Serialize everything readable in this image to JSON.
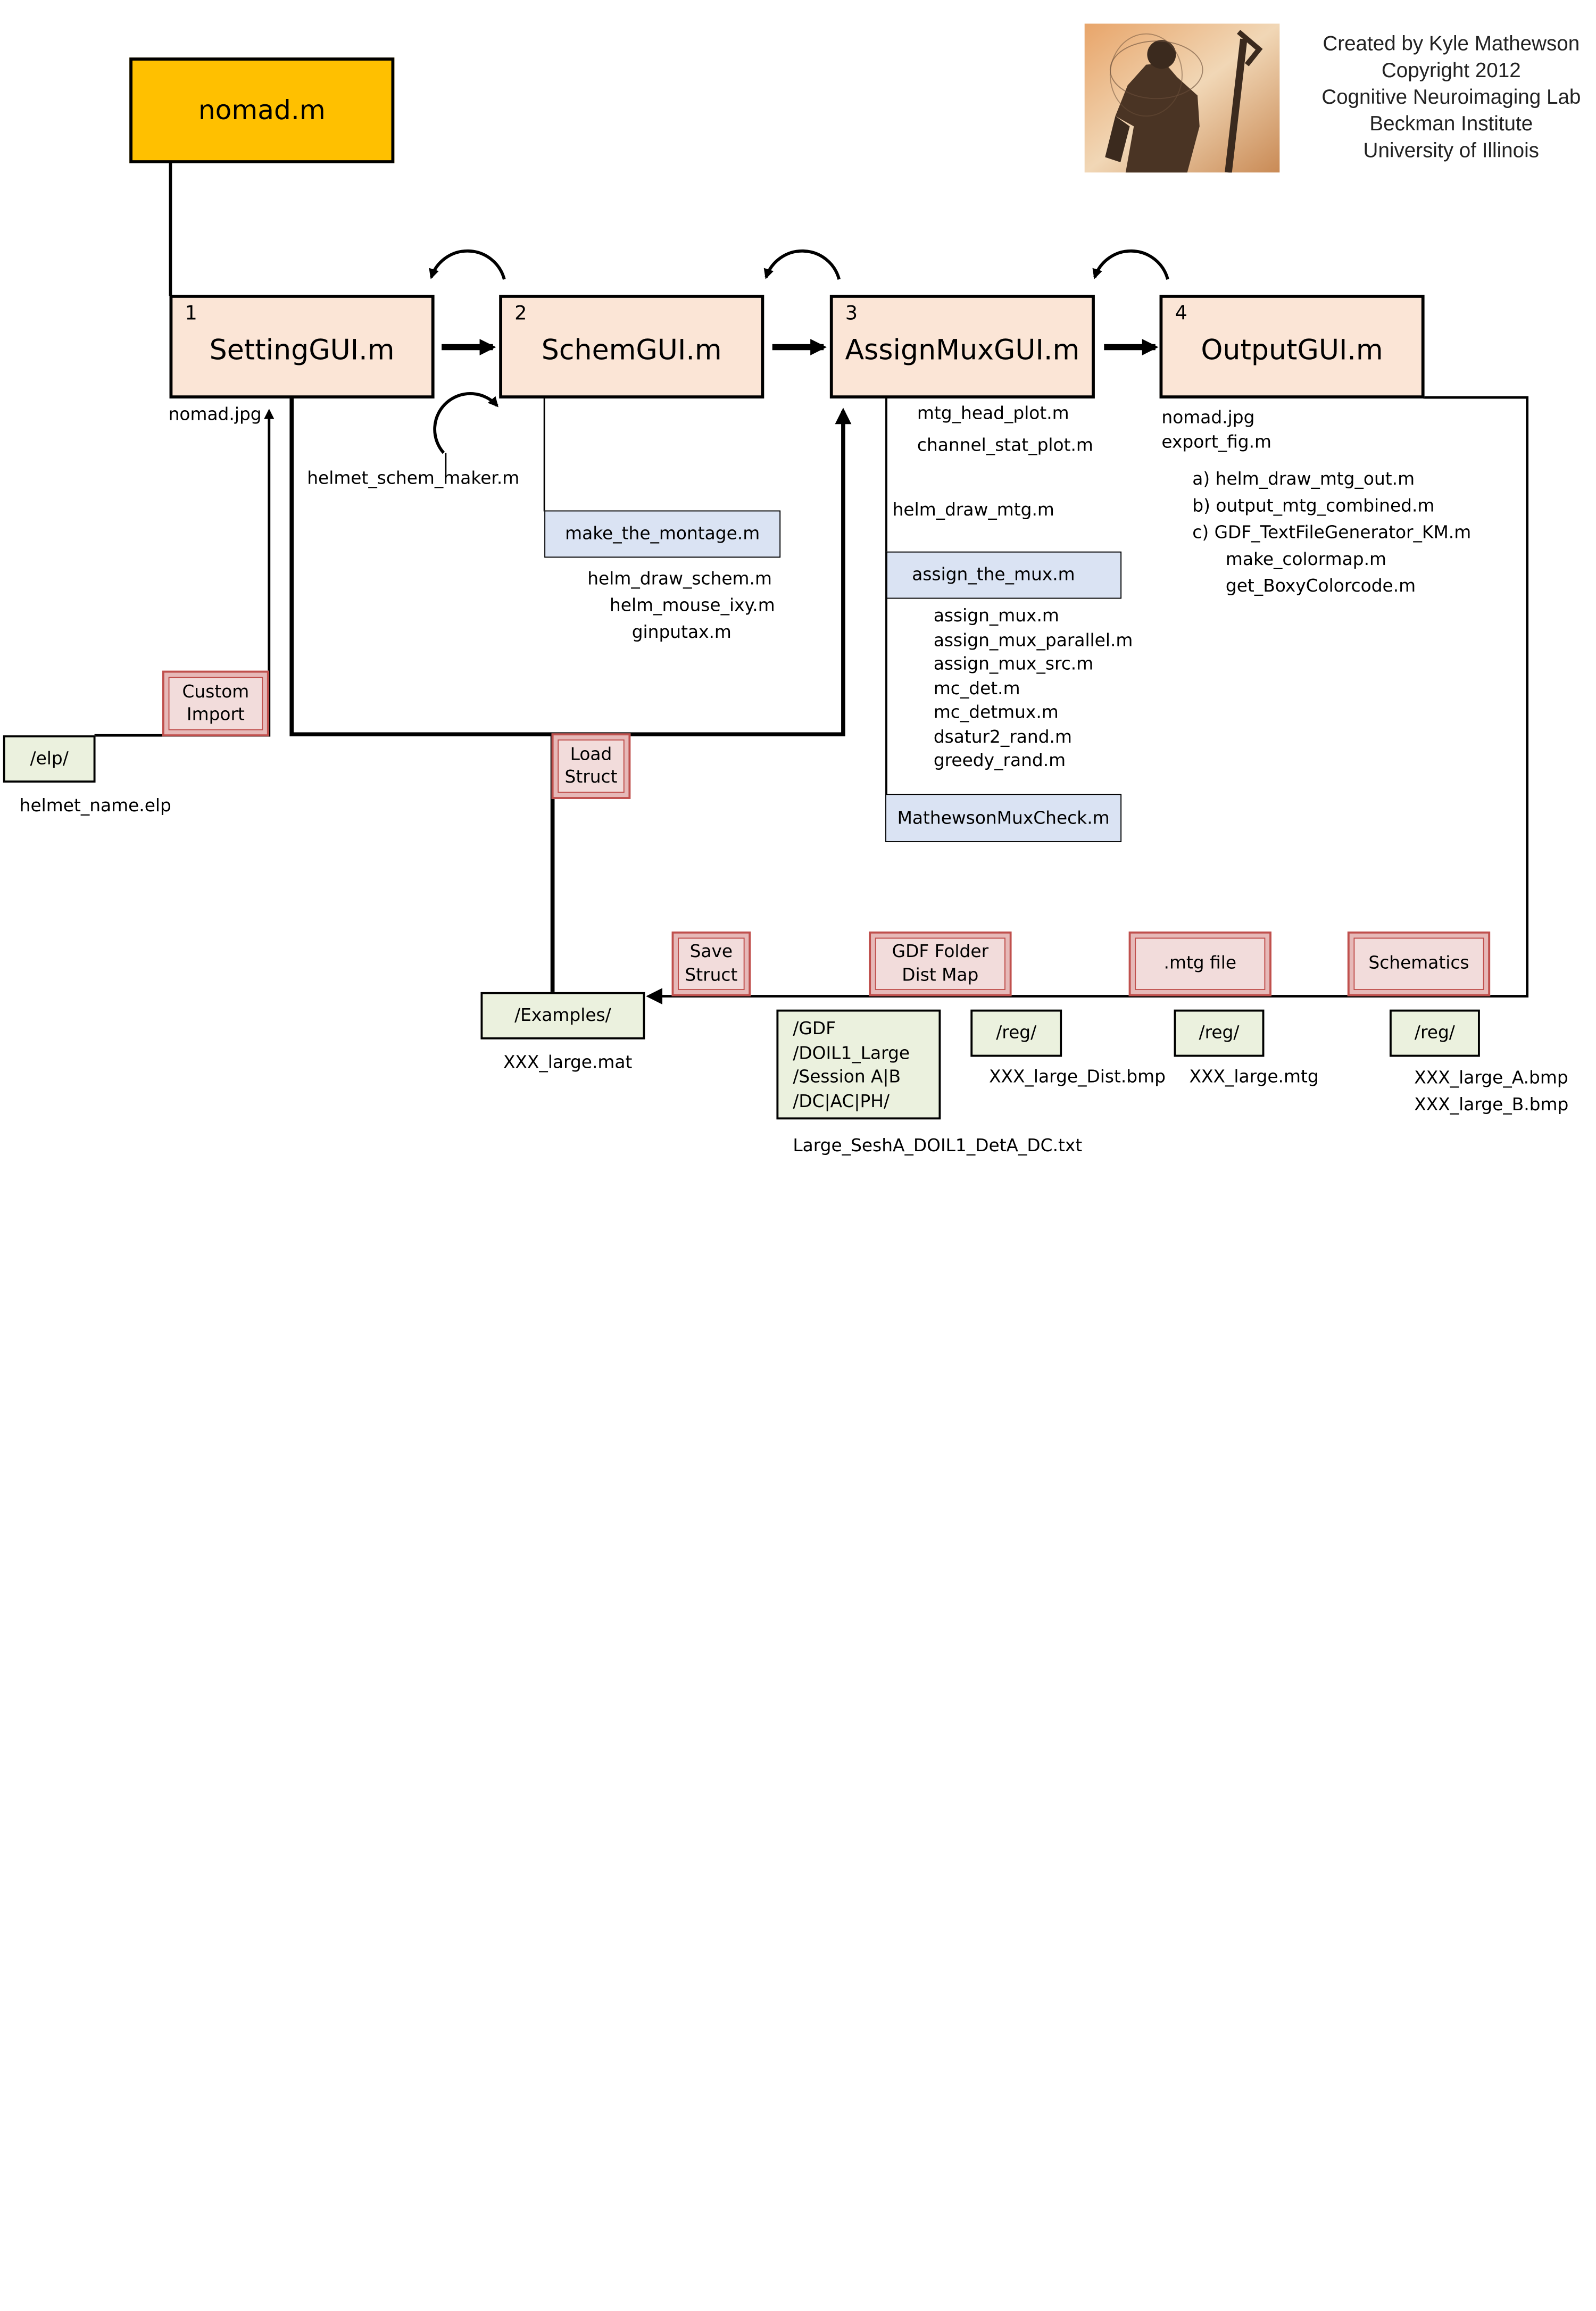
{
  "nomad": {
    "label": "nomad.m"
  },
  "steps": [
    {
      "num": "1",
      "name": "SettingGUI.m"
    },
    {
      "num": "2",
      "name": "SchemGUI.m"
    },
    {
      "num": "3",
      "name": "AssignMuxGUI.m"
    },
    {
      "num": "4",
      "name": "OutputGUI.m"
    }
  ],
  "credit": {
    "text": "Created by Kyle Mathewson\nCopyright 2012\nCognitive Neuroimaging Lab\nBeckman Institute\nUniversity of Illinois"
  },
  "step1": {
    "image": "nomad.jpg",
    "helper": "helmet_schem_maker.m"
  },
  "step2": {
    "box": "make_the_montage.m",
    "files": "helm_draw_schem.m\n    helm_mouse_ixy.m\n        ginputax.m"
  },
  "step3": {
    "files_top": "mtg_head_plot.m\n\nchannel_stat_plot.m",
    "draw": "helm_draw_mtg.m",
    "box": "assign_the_mux.m",
    "mux_files": "assign_mux.m\nassign_mux_parallel.m\nassign_mux_src.m\nmc_det.m\nmc_detmux.m\ndsatur2_rand.m\ngreedy_rand.m",
    "check": "MathewsonMuxCheck.m"
  },
  "step4": {
    "files_top": "nomad.jpg\nexport_fig.m",
    "outputs": "a) helm_draw_mtg_out.m\nb) output_mtg_combined.m\nc) GDF_TextFileGenerator_KM.m\n      make_colormap.m\n      get_BoxyColorcode.m"
  },
  "buttons": {
    "custom_import": "Custom\nImport",
    "load_struct": "Load\nStruct",
    "save_struct": "Save\nStruct",
    "gdf_folder": "GDF Folder\nDist Map",
    "mtg_file": ".mtg file",
    "schematics": "Schematics"
  },
  "folders": {
    "elp": "/elp/",
    "examples": "/Examples/",
    "gdf": "/GDF\n/DOIL1_Large\n/Session A|B\n/DC|AC|PH/",
    "reg1": "/reg/",
    "reg2": "/reg/",
    "reg3": "/reg/"
  },
  "files": {
    "elp": "helmet_name.elp",
    "mat": "XXX_large.mat",
    "gdf": "Large_SeshA_DOIL1_DetA_DC.txt",
    "dist": "XXX_large_Dist.bmp",
    "mtg": "XXX_large.mtg",
    "bmps": "XXX_large_A.bmp\nXXX_large_B.bmp"
  }
}
